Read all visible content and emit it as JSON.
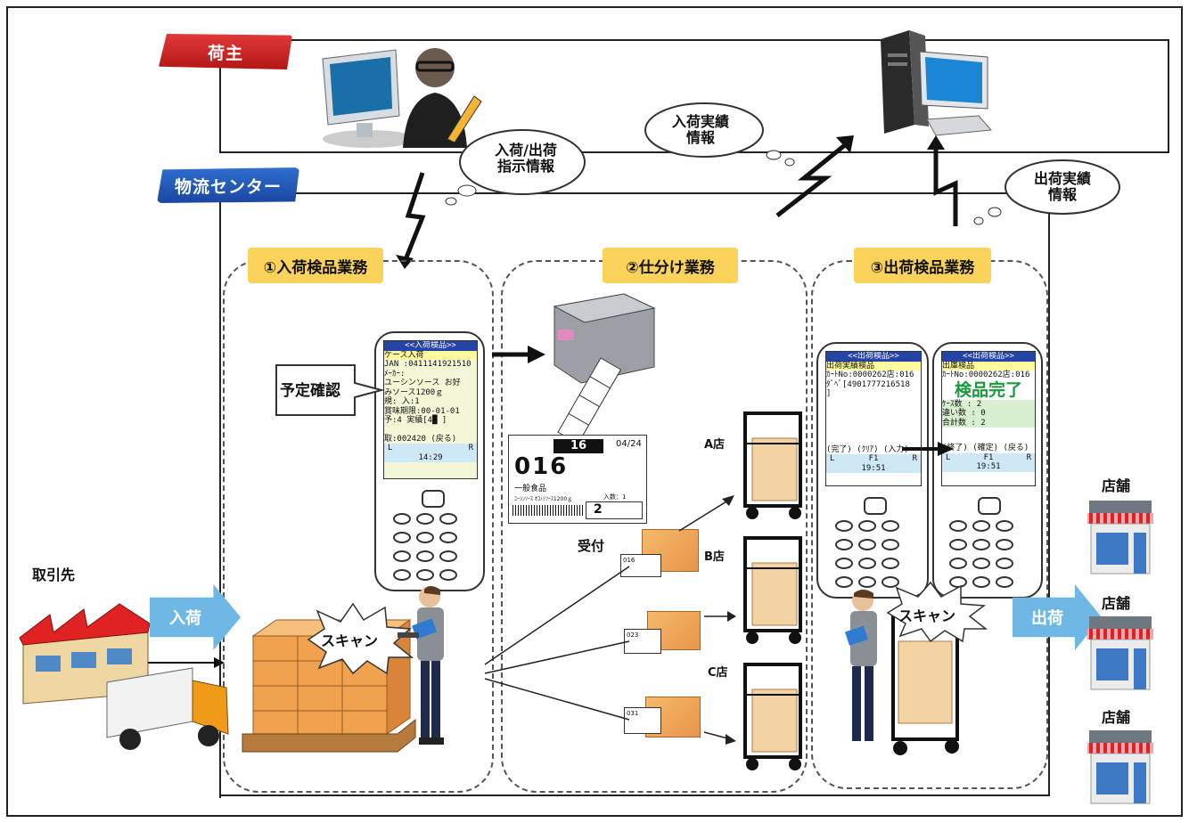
{
  "roles": {
    "shipper": "荷主",
    "center": "物流センター"
  },
  "clouds": {
    "instruction": "入荷/出荷\n指示情報",
    "receipt_result": "入荷実績\n情報",
    "shipment_result": "出荷実績\n情報"
  },
  "zones": [
    {
      "label": "①入荷検品業務"
    },
    {
      "label": "②仕分け業務"
    },
    {
      "label": "③出荷検品業務"
    }
  ],
  "supplier": {
    "label": "取引先",
    "inbound": "入荷"
  },
  "outbound": "出荷",
  "callout_confirm": "予定確認",
  "scan": "スキャン",
  "receive": "受付",
  "stores": {
    "a": "A店",
    "b": "B店",
    "c": "C店"
  },
  "shop_label": "店舗",
  "handy1": {
    "title": "<<入荷検品>>",
    "lines": [
      "ケース入荷",
      "JAN :0411141921510",
      "ﾒｰｶｰ:",
      "ユーシンソース お好",
      "みソース1200ｇ",
      "規:        入:1",
      "賞味期限:00-01-01",
      "予:4    実績[4█  ]",
      "",
      "取:002420    (戻る)"
    ],
    "bar": [
      "L",
      "R"
    ],
    "time": "14:29"
  },
  "handy2": {
    "title": "<<出荷検品>>",
    "lines": [
      "出荷実績検品",
      "ｶｰﾄNo:0000262店:016",
      "ﾀﾞﾍﾞ[4901777216518",
      "                  ]",
      "",
      "",
      "",
      "",
      "(完了) (ｸﾘｱ)  (入力)"
    ],
    "bar": [
      "L",
      "F1",
      "R"
    ],
    "time": "19:51"
  },
  "handy3": {
    "title": "<<出荷検品>>",
    "lines": [
      "出庫検品",
      "ｶｰﾄNo:0000262店:016"
    ],
    "done": "検品完了",
    "stats": [
      "ｹｰｽ数    :     2",
      "違い数   :     0",
      "合計数   :     2"
    ],
    "foot": "(終了) (確定) (戻る)",
    "bar": [
      "L",
      "F1",
      "R"
    ],
    "time": "19:51"
  },
  "print_label": {
    "code": "16",
    "date": "04/24",
    "big": "016",
    "shop": "一般食品",
    "desc": "ﾕｰｼﾝｿｰｽ  ｵｺﾉﾐｿｰｽ1200ｇ",
    "qty_label": "入数：1",
    "qty": "2"
  },
  "small_labels": [
    "016",
    "023",
    "031"
  ]
}
